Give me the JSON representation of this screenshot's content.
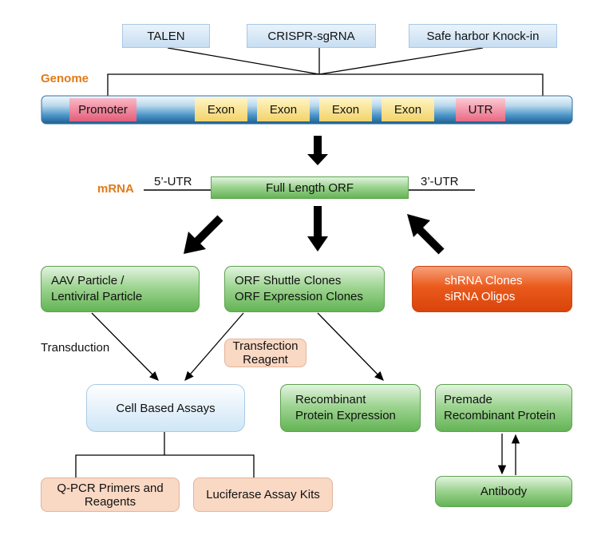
{
  "tools": [
    "TALEN",
    "CRISPR-sgRNA",
    "Safe harbor Knock-in"
  ],
  "genome": {
    "label": "Genome",
    "segments": [
      "Promoter",
      "Exon",
      "Exon",
      "Exon",
      "Exon",
      "UTR"
    ]
  },
  "mrna": {
    "label": "mRNA",
    "utr5": "5’-UTR",
    "orf": "Full Length ORF",
    "utr3": "3’-UTR"
  },
  "products": {
    "aav": [
      "AAV Particle /",
      "Lentiviral Particle"
    ],
    "orf_clones": [
      "ORF Shuttle Clones",
      "ORF Expression Clones"
    ],
    "shrna": [
      "shRNA Clones",
      "siRNA Oligos"
    ]
  },
  "transduction_label": "Transduction",
  "transfection_label": [
    "Transfection",
    "Reagent"
  ],
  "cell_assays": "Cell Based Assays",
  "recombinant": [
    "Recombinant",
    "Protein Expression"
  ],
  "premade": [
    "Premade",
    "Recombinant Protein"
  ],
  "qpcr": [
    "Q-PCR Primers and",
    "Reagents"
  ],
  "luciferase": "Luciferase Assay Kits",
  "antibody": "Antibody",
  "colors": {
    "genome_label": "#e07b19",
    "green_box": "#7cc56d",
    "orange_box": "#e8561a",
    "peach_box": "#f9d8c4",
    "blue_box": "#dcecf8",
    "chromosome": "#3a87bd"
  }
}
